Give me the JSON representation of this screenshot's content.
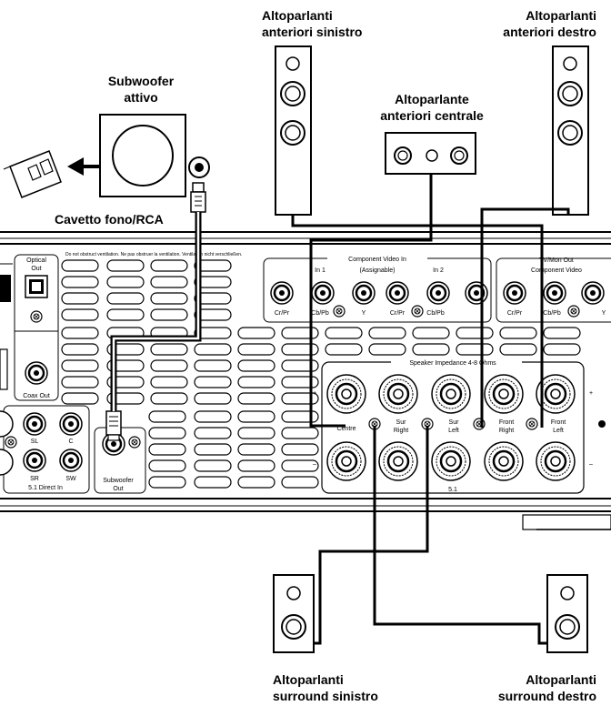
{
  "labels": {
    "front_left_1": "Altoparlanti",
    "front_left_2": "anteriori sinistro",
    "front_right_1": "Altoparlanti",
    "front_right_2": "anteriori destro",
    "center_1": "Altoparlante",
    "center_2": "anteriori centrale",
    "sub_1": "Subwoofer",
    "sub_2": "attivo",
    "cable": "Cavetto fono/RCA",
    "surr_left_1": "Altoparlanti",
    "surr_left_2": "surround sinistro",
    "surr_right_1": "Altoparlanti",
    "surr_right_2": "surround destro"
  },
  "panel": {
    "warning": "Do not obstruct ventilation.  Ne pas obstruer la ventilation.  Ventilation nicht verschließen.",
    "optical_1": "Optical",
    "optical_2": "Out",
    "coax_out": "Coax Out",
    "component_video_in": "Component Video In",
    "in1": "In 1",
    "assignable": "(Assignable)",
    "in2": "In 2",
    "crpr": "Cr/Pr",
    "cbpb": "Cb/Pb",
    "y": "Y",
    "tvmon_out": "TV/Mon Out",
    "component_video": "Component Video",
    "speaker_impedance": "Speaker Impedance 4-8 Ohms",
    "centre": "Centre",
    "sur_right_1": "Sur",
    "sur_right_2": "Right",
    "sur_left_1": "Sur",
    "sur_left_2": "Left",
    "front_right_1": "Front",
    "front_right_2": "Right",
    "front_left_1": "Front",
    "front_left_2": "Left",
    "five_one": "5.1",
    "sl": "SL",
    "c": "C",
    "sr": "SR",
    "sw": "SW",
    "direct_in": "5.1 Direct In",
    "subwoofer_out_1": "Subwoofer",
    "subwoofer_out_2": "Out",
    "plus": "+",
    "minus": "–"
  }
}
